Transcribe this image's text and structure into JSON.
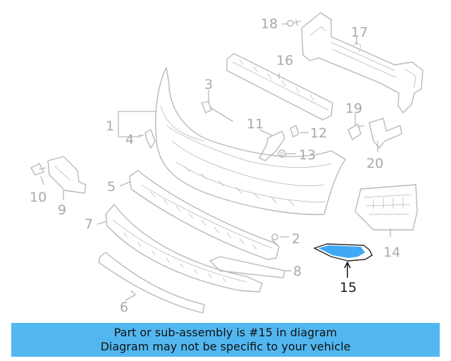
{
  "diagram": {
    "callouts": [
      {
        "label": "1"
      },
      {
        "label": "2"
      },
      {
        "label": "3"
      },
      {
        "label": "4"
      },
      {
        "label": "5"
      },
      {
        "label": "6"
      },
      {
        "label": "7"
      },
      {
        "label": "8"
      },
      {
        "label": "9"
      },
      {
        "label": "10"
      },
      {
        "label": "11"
      },
      {
        "label": "12"
      },
      {
        "label": "13"
      },
      {
        "label": "14"
      },
      {
        "label": "15"
      },
      {
        "label": "16"
      },
      {
        "label": "17"
      },
      {
        "label": "18"
      },
      {
        "label": "19"
      },
      {
        "label": "20"
      }
    ],
    "highlighted_part": "15",
    "highlight_color": "#3fa9f5"
  },
  "banner": {
    "line1": "Part or sub-assembly is #15 in diagram",
    "line2": "Diagram may not be specific to your vehicle",
    "background": "#52b7f0"
  }
}
